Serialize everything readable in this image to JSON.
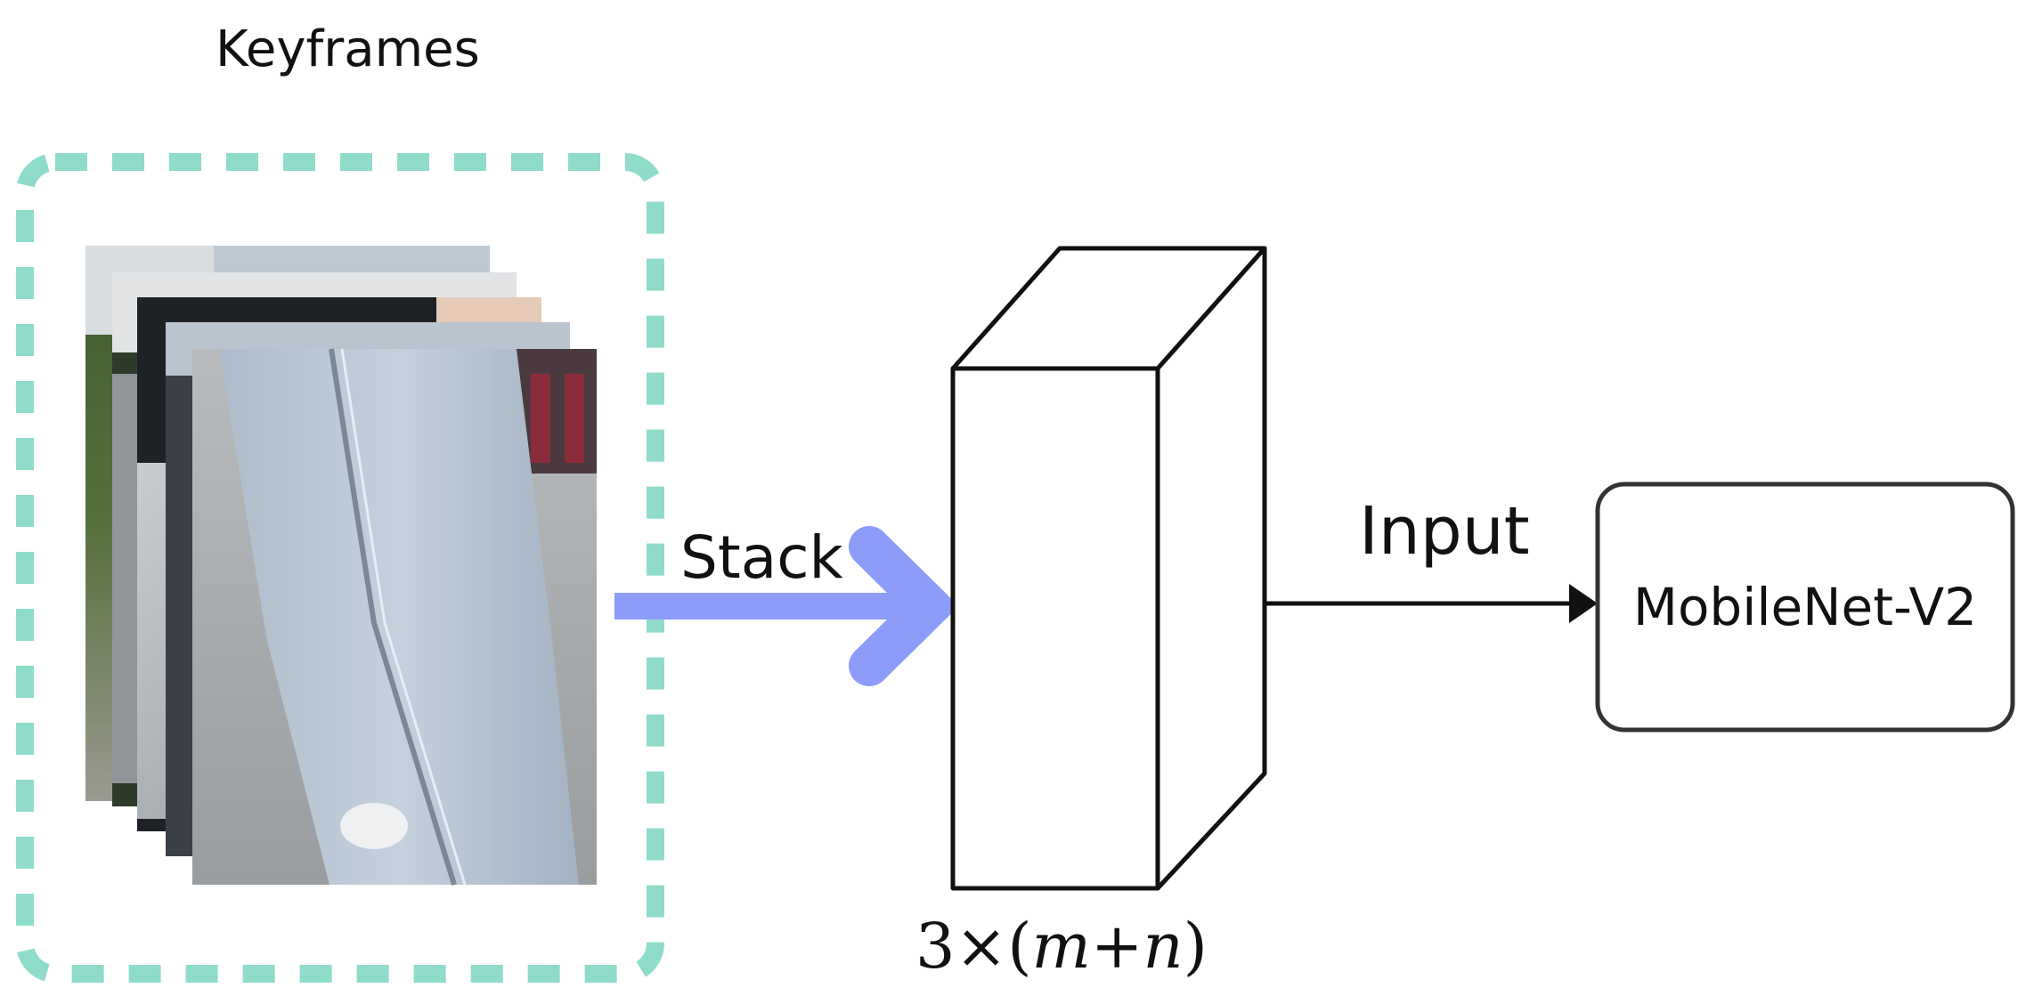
{
  "labels": {
    "keyframes": "Keyframes",
    "stack": "Stack",
    "input": "Input",
    "model": "MobileNet-V2",
    "dimension": {
      "prefix": "3×(",
      "m": "m",
      "plus": "+",
      "n": "n",
      "suffix": ")"
    }
  },
  "colors": {
    "frame_border": "#8fdccb",
    "stack_arrow": "#8c9cf8",
    "line": "#111111"
  }
}
